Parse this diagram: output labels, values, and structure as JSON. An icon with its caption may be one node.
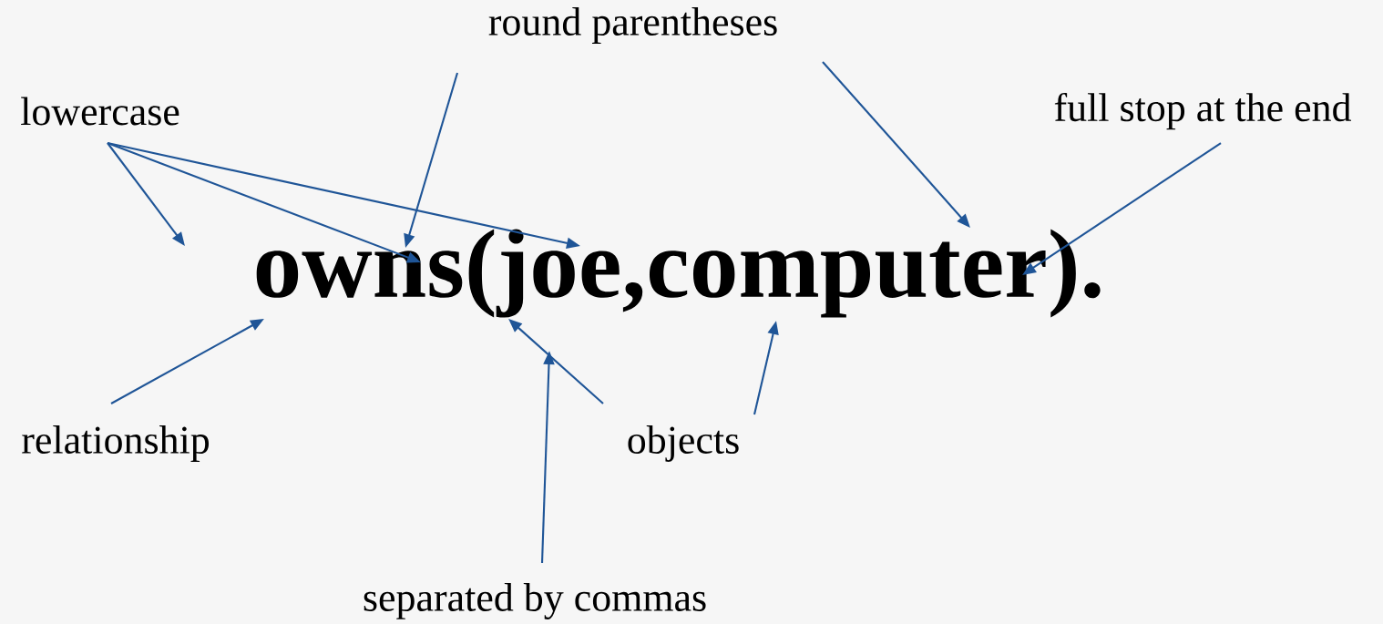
{
  "diagram": {
    "nodes": [
      {
        "text": [
          "round parentheses"
        ]
      },
      {
        "text": [
          "lowercase"
        ]
      },
      {
        "text": [
          "full stop at the end"
        ]
      },
      {
        "text": [
          "owns(joe,computer)."
        ]
      },
      {
        "text": [
          "relationship"
        ]
      },
      {
        "text": [
          "objects"
        ]
      },
      {
        "text": [
          "separated by commas"
        ]
      }
    ],
    "edges": [
      {
        "from": 0,
        "to": 3,
        "arrow": "to"
      },
      {
        "from": 0,
        "to": 3,
        "arrow": "to"
      },
      {
        "from": 1,
        "to": null,
        "arrow": "to"
      },
      {
        "from": 1,
        "to": 3,
        "arrow": "to"
      },
      {
        "from": 1,
        "to": 3,
        "arrow": "to"
      },
      {
        "from": 2,
        "to": 3,
        "arrow": "to"
      },
      {
        "from": 4,
        "to": 3,
        "arrow": "to"
      },
      {
        "from": 5,
        "to": 3,
        "arrow": "to"
      },
      {
        "from": 5,
        "to": 3,
        "arrow": "to"
      },
      {
        "from": 6,
        "to": null,
        "arrow": "to"
      }
    ]
  }
}
